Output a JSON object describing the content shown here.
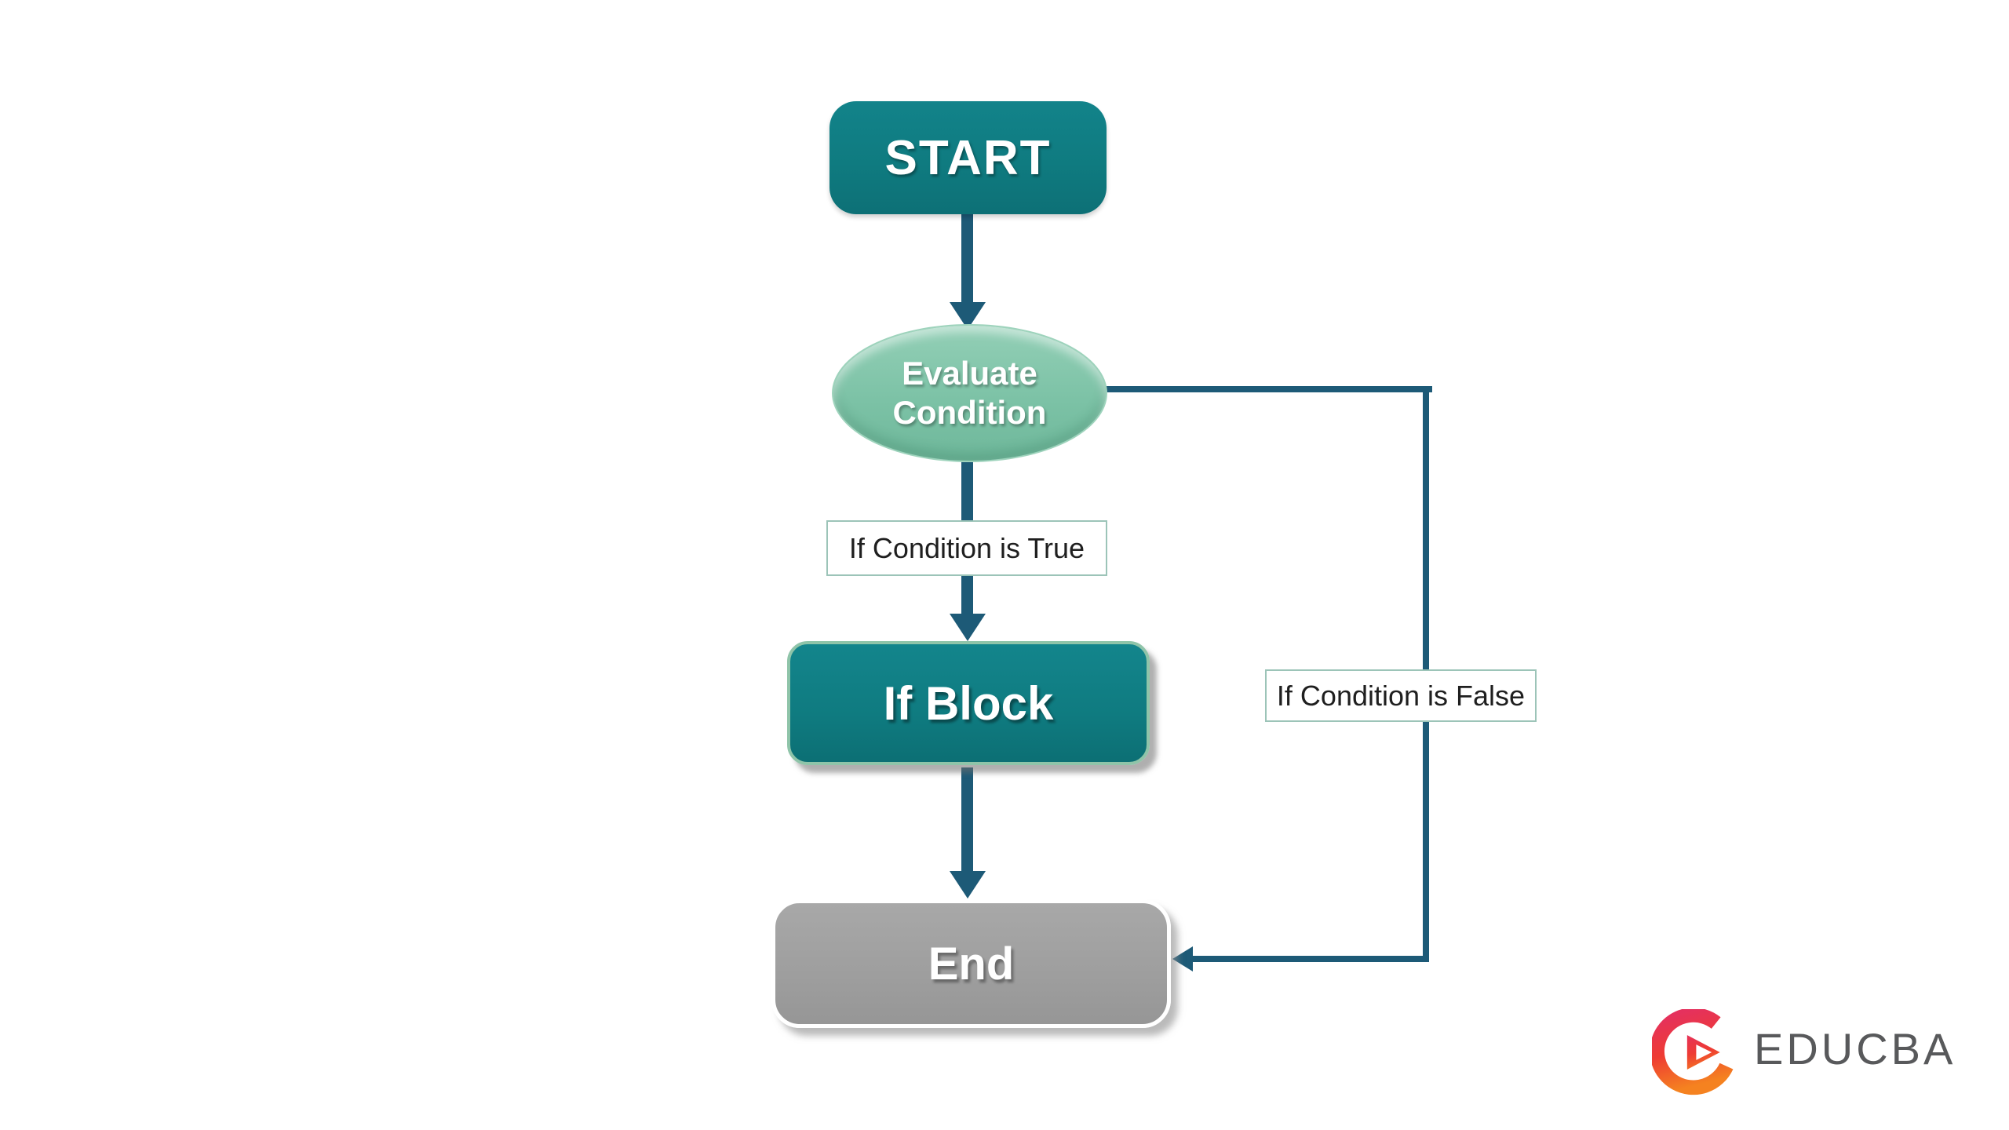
{
  "page": {
    "background": "#ffffff"
  },
  "flowchart": {
    "nodes": {
      "start": {
        "label": "START",
        "shape": "rounded-rectangle",
        "fill": "#0f7b80",
        "text_color": "#ffffff"
      },
      "evaluate": {
        "label": "Evaluate\nCondition",
        "shape": "ellipse",
        "fill": "#7cc2a6",
        "text_color": "#ffffff"
      },
      "if_block": {
        "label": "If Block",
        "shape": "rounded-rectangle",
        "fill": "#0f7b80",
        "text_color": "#ffffff"
      },
      "end": {
        "label": "End",
        "shape": "rounded-rectangle",
        "fill": "#9e9e9e",
        "text_color": "#ffffff"
      }
    },
    "edge_labels": {
      "true_branch": {
        "label": "If Condition is True",
        "border_color": "#9cc4b8",
        "fill": "#ffffff",
        "text_color": "#1f1f1f"
      },
      "false_branch": {
        "label": "If Condition is False",
        "border_color": "#9cc4b8",
        "fill": "#ffffff",
        "text_color": "#1f1f1f"
      }
    },
    "edges": [
      {
        "from": "start",
        "to": "evaluate",
        "style": "arrow-down"
      },
      {
        "from": "evaluate",
        "to": "if_block",
        "style": "arrow-down",
        "label": "If Condition is True"
      },
      {
        "from": "if_block",
        "to": "end",
        "style": "arrow-down"
      },
      {
        "from": "evaluate",
        "to": "end",
        "style": "elbow-right-down-left",
        "label": "If Condition is False"
      }
    ],
    "connector_color": "#1d5a77"
  },
  "branding": {
    "logo_text": "EDUCBA",
    "logo_text_color": "#58595b",
    "logo_mark": "educba-play-icon",
    "logo_gradient": [
      "#e5315d",
      "#ee3b33",
      "#f58220"
    ]
  }
}
